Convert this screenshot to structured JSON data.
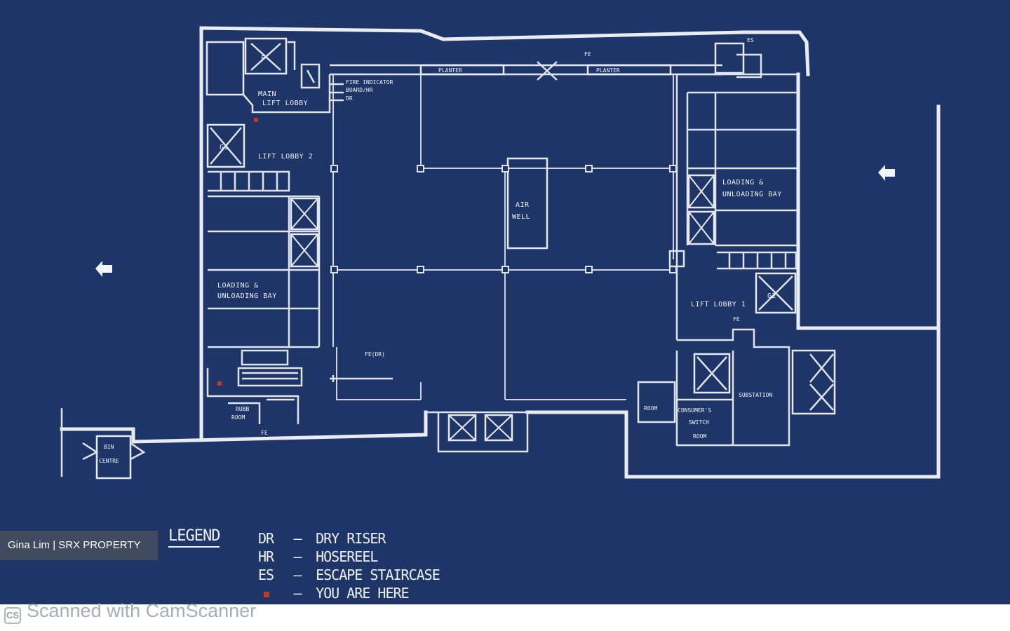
{
  "plan": {
    "labels": {
      "main_lift_lobby_1": "MAIN",
      "main_lift_lobby_2": "LIFT LOBBY",
      "fire_indicator_1": "FIRE INDICATOR",
      "fire_indicator_2": "BOARD/HR",
      "fire_indicator_3": "DR",
      "lift_lobby_2": "LIFT LOBBY 2",
      "planter_left": "PLANTER",
      "planter_right": "PLANTER",
      "fe_top": "FE",
      "air_well_1": "AIR",
      "air_well_2": "WELL",
      "loading_right_1": "LOADING &",
      "loading_right_2": "UNLOADING BAY",
      "loading_left_1": "LOADING &",
      "loading_left_2": "UNLOADING BAY",
      "lift_lobby_1": "LIFT LOBBY 1",
      "fe_right": "FE",
      "g1": "G1",
      "g2": "G2",
      "f": "F",
      "bin_centre_1": "BIN",
      "bin_centre_2": "CENTRE",
      "small_room_1": "RUBB",
      "small_room_2": "ROOM",
      "fe_bottom": "FE",
      "switch_1": "CONSUMER'S",
      "switch_2": "SWITCH",
      "switch_3": "ROOM",
      "substation": "SUBSTATION",
      "room_left": "ROOM"
    }
  },
  "legend": {
    "title": "LEGEND",
    "items": [
      {
        "abbr": "DR",
        "dash": "—",
        "text": "DRY RISER"
      },
      {
        "abbr": "HR",
        "dash": "—",
        "text": "HOSEREEL"
      },
      {
        "abbr": "ES",
        "dash": "—",
        "text": "ESCAPE STAIRCASE"
      },
      {
        "abbr": "",
        "dash": "—",
        "text": "YOU ARE HERE"
      }
    ]
  },
  "watermark": "Gina Lim | SRX PROPERTY",
  "footer": {
    "icon": "CS",
    "text": "Scanned with CamScanner"
  },
  "colors": {
    "blueprint": "#1f3567",
    "lines": "#e9ecf3",
    "you_are_here": "#c0392b"
  }
}
